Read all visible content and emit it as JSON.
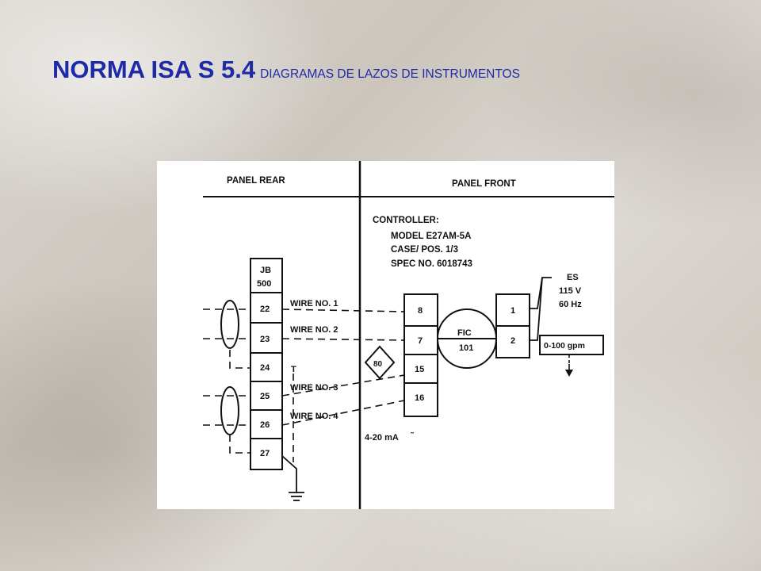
{
  "title": {
    "main": "NORMA ISA S 5.4",
    "sub": "DIAGRAMAS DE LAZOS DE INSTRUMENTOS"
  },
  "diagram": {
    "panel_rear": "PANEL REAR",
    "panel_front": "PANEL FRONT",
    "controller": {
      "heading": "CONTROLLER:",
      "model": "MODEL E27AM-5A",
      "case": "CASE/ POS. 1/3",
      "spec": "SPEC NO. 6018743"
    },
    "junction_box": {
      "line1": "JB",
      "line2": "500",
      "terminals": [
        "22",
        "23",
        "24",
        "25",
        "26",
        "27"
      ]
    },
    "wires": [
      "WIRE NO. 1",
      "WIRE NO. 2",
      "WIRE NO. 3",
      "WIRE NO. 4"
    ],
    "controller_terminals": [
      "8",
      "7",
      "15",
      "16"
    ],
    "fic": {
      "tag": "FIC",
      "number": "101"
    },
    "diamond": "80",
    "power_terminals": [
      "1",
      "2"
    ],
    "es": {
      "label": "ES",
      "voltage": "115 V",
      "frequency": "60 Hz"
    },
    "range": "0-100 gpm",
    "signal": "4-20 mA"
  }
}
